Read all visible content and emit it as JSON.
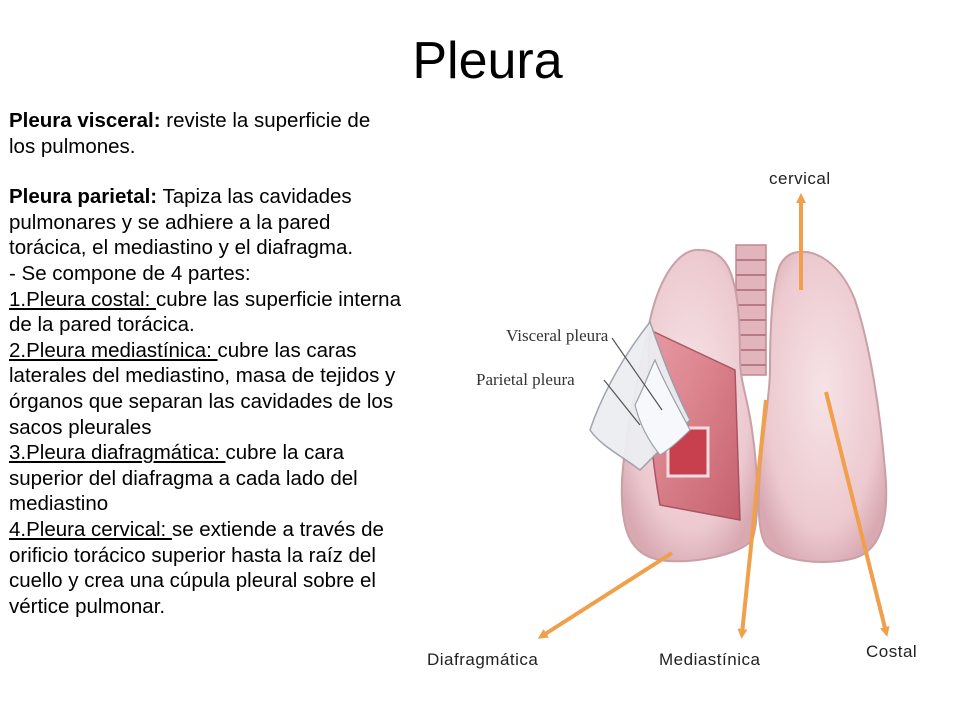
{
  "slide": {
    "title": "Pleura",
    "paragraphs": {
      "visceral": {
        "term": "Pleura visceral:",
        "text": " reviste la superficie de los pulmones."
      },
      "parietal": {
        "term": "Pleura parietal:",
        "text": " Tapiza las cavidades pulmonares y se adhiere a la pared torácica, el mediastino y el diafragma."
      },
      "intro": "- Se compone de 4 partes:",
      "parts": [
        {
          "name": "1.Pleura costal: ",
          "text": "cubre las superficie interna de la pared torácica."
        },
        {
          "name": "2.Pleura mediastínica: ",
          "text": "cubre las caras laterales del mediastino, masa de tejidos y órganos que separan las cavidades de los sacos pleurales"
        },
        {
          "name": "3.Pleura diafragmática: ",
          "text": "cubre la cara superior del diafragma a cada lado del mediastino"
        },
        {
          "name": "4.Pleura cervical: ",
          "text": " se extiende a través de orificio torácico superior hasta la raíz del cuello y crea una cúpula pleural sobre el vértice pulmonar."
        }
      ]
    }
  },
  "figure": {
    "labels": {
      "visceral": "Visceral pleura",
      "parietal": "Parietal pleura"
    },
    "captions": {
      "cervical": "cervical",
      "diafragmatica": "Diafragmática",
      "mediastinica": "Mediastínica",
      "costal": "Costal"
    },
    "colors": {
      "arrow": "#f0a04b",
      "lung": "#f0d4d8",
      "lung_outline": "#c9a0a8",
      "cut": "#e0707a",
      "trachea": "#d9a0a8"
    }
  }
}
